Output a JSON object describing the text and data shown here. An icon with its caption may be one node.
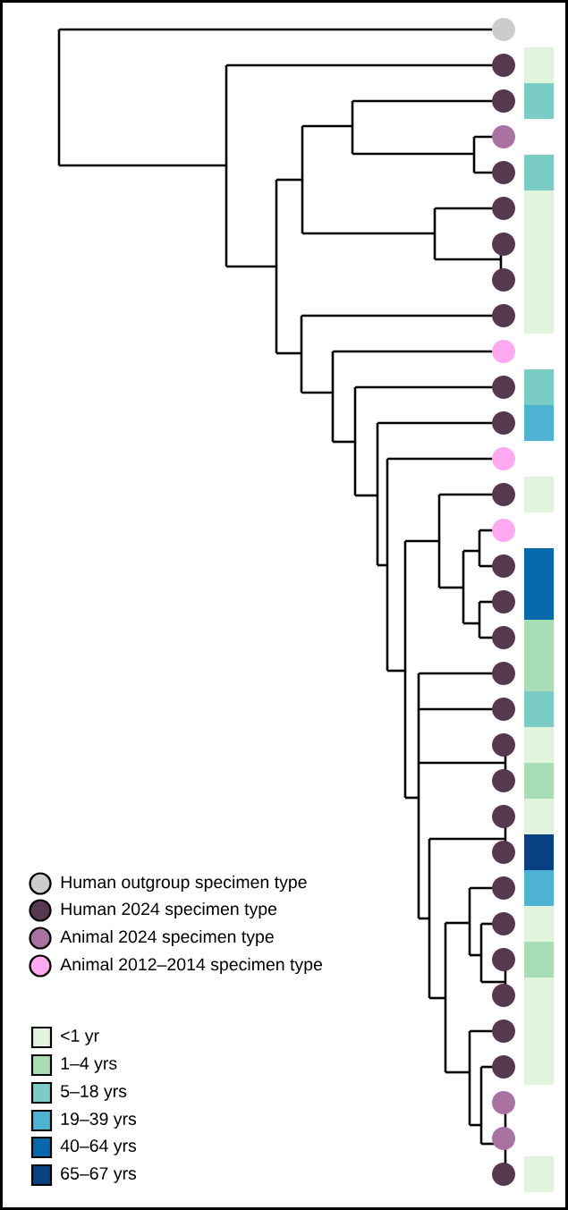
{
  "diagram": {
    "legend": [
      {
        "text": "Human outgroup specimen type",
        "color": "#cccccc"
      },
      {
        "text": "Human 2024 specimen type",
        "color": "#56384f"
      },
      {
        "text": "Animal 2024 specimen type",
        "color": "#a872a3"
      },
      {
        "text": "Animal 2012–2014 specimen type",
        "color": "#ffaaf0"
      },
      {
        "text": "<1 yr",
        "color": "#e0f3db"
      },
      {
        "text": "1–4 yrs",
        "color": "#a8ddb5"
      },
      {
        "text": "5–18 yrs",
        "color": "#7accc4"
      },
      {
        "text": "19–39 yrs",
        "color": "#4eb3d3"
      },
      {
        "text": "40–64 yrs",
        "color": "#0868ac"
      },
      {
        "text": "65–67 yrs",
        "color": "#084081"
      }
    ]
  }
}
